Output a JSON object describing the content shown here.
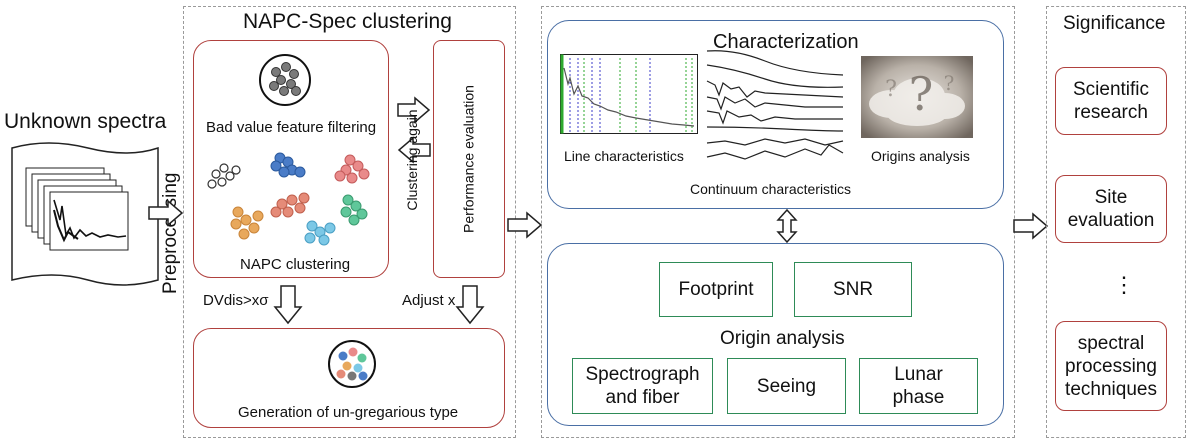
{
  "input": {
    "label": "Unknown spectra",
    "step": "Preprocessing"
  },
  "clustering": {
    "title": "NAPC-Spec clustering",
    "filter_label": "Bad value feature filtering",
    "napc_label": "NAPC clustering",
    "performance": "Performance evaluation",
    "clustering_again": "Clustering again",
    "dvdis": "DVdis>xσ",
    "adjust": "Adjust x",
    "ungregarious": "Generation of un-gregarious type"
  },
  "characterization": {
    "title": "Characterization",
    "line": "Line characteristics",
    "continuum": "Continuum characteristics",
    "origins": "Origins analysis"
  },
  "origin_analysis": {
    "title": "Origin analysis",
    "footprint": "Footprint",
    "snr": "SNR",
    "spectrograph": "Spectrograph and fiber",
    "seeing": "Seeing",
    "lunar": "Lunar phase"
  },
  "significance": {
    "title": "Significance",
    "items": [
      "Scientific research",
      "Site evaluation",
      "spectral processing techniques"
    ],
    "ellipsis": "⋮"
  },
  "colors": {
    "red_border": "#b0413e",
    "blue_border": "#4a6fa5",
    "green_border": "#2e8b57",
    "dash": "#9a9a9a"
  }
}
